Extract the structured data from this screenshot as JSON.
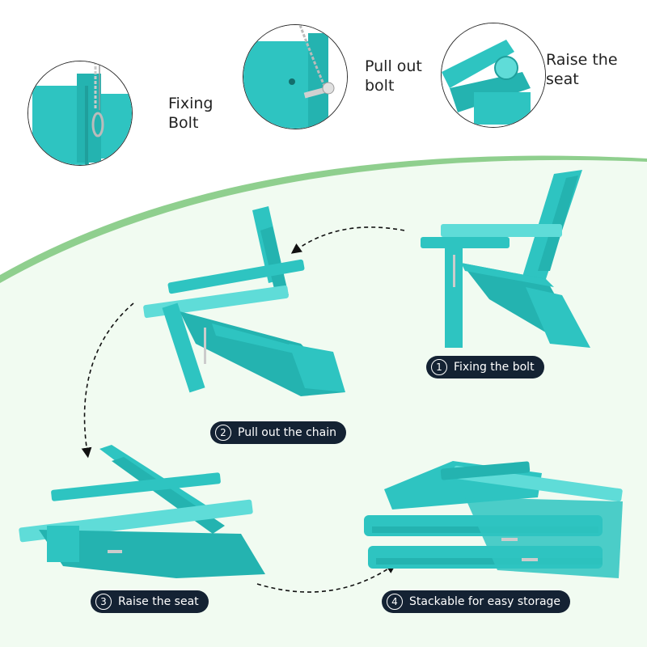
{
  "colors": {
    "chair": "#2ec4c1",
    "chair_dark": "#1f9f9c",
    "chair_light": "#5fdcd8",
    "curve": "#8fcf8e",
    "background_tint": "#f1fbf1",
    "pill": "#142233"
  },
  "callouts": [
    {
      "label": "Fixing\nBolt"
    },
    {
      "label": "Pull out\nbolt"
    },
    {
      "label": "Raise the\nseat"
    }
  ],
  "steps": [
    {
      "number": "1",
      "label": "Fixing the bolt"
    },
    {
      "number": "2",
      "label": "Pull out the chain"
    },
    {
      "number": "3",
      "label": "Raise the seat"
    },
    {
      "number": "4",
      "label": "Stackable for easy storage"
    }
  ],
  "icons": [
    "dashed-arrow-icon",
    "chain-icon",
    "bolt-icon",
    "hinge-icon"
  ]
}
